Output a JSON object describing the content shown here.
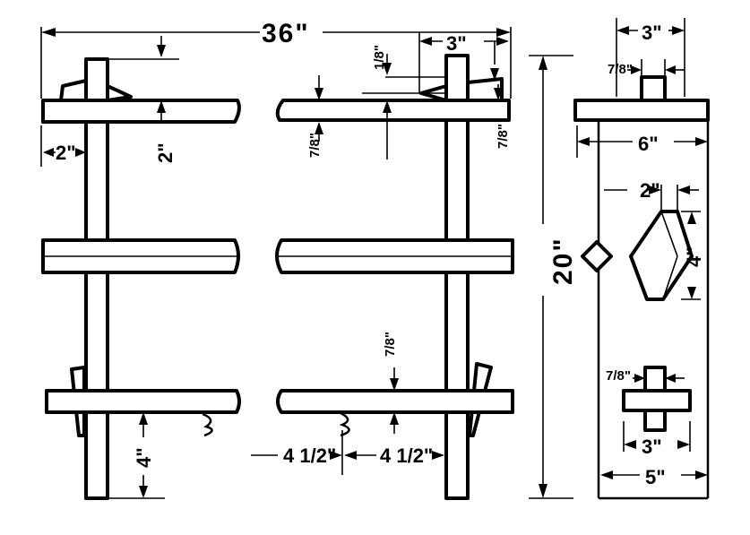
{
  "dimensions": {
    "overall_length": "36\"",
    "top_post_width": "3\"",
    "end_post_width": "3\"",
    "end_width": "6\"",
    "tenon_top": "7/8\"",
    "tenon_bottom": "7/8\"",
    "diamond_width": "2\"",
    "diamond_height": "4\"",
    "height": "20\"",
    "left_overhang": "2\"",
    "top_rail_depth": "2\"",
    "rail_thickness_1": "7/8\"",
    "rail_thickness_2": "7/8\"",
    "gap_thickness": "1/8\"",
    "lower_rail_thickness": "7/8\"",
    "foot_height": "4\"",
    "bottom_spacing_1": "4 1/2\"",
    "bottom_spacing_2": "4 1/2\"",
    "base_width": "3\"",
    "base_total": "5\""
  },
  "colors": {
    "ink": "#000000",
    "paper": "#ffffff"
  }
}
